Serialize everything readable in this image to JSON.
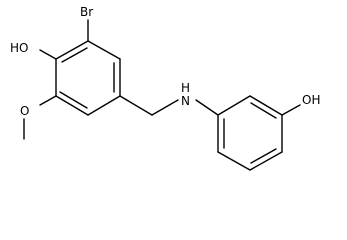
{
  "molecule": {
    "atoms": {
      "br": "Br",
      "oh_left": "HO",
      "o_methoxy": "O",
      "nh": "H",
      "nh_n": "N",
      "oh_right": "OH"
    }
  }
}
